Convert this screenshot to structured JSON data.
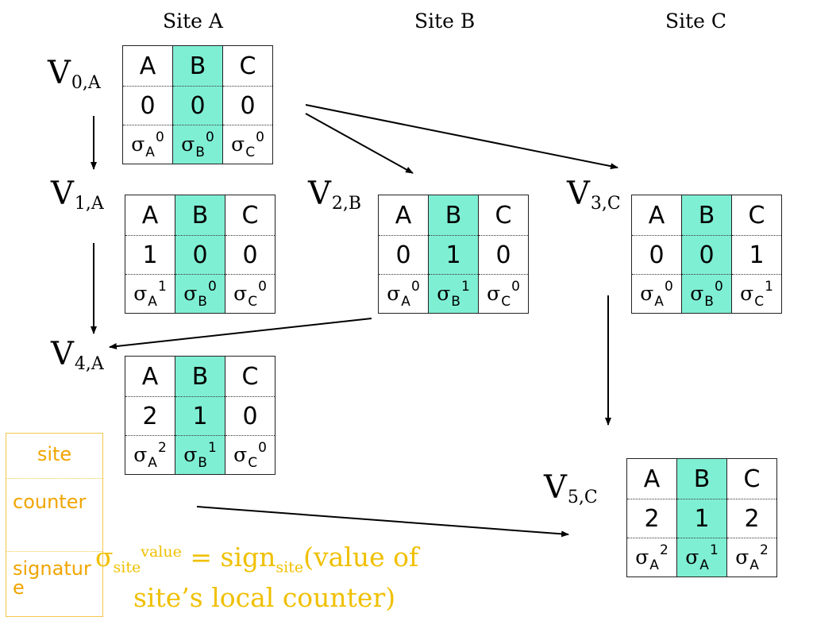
{
  "sites": [
    "Site A",
    "Site B",
    "Site C"
  ],
  "versions": [
    {
      "label": "V",
      "sub": "0,A",
      "header": [
        "A",
        "B",
        "C"
      ],
      "counters": [
        "0",
        "0",
        "0"
      ],
      "signatures": [
        {
          "sym": "σ",
          "site": "A",
          "val": "0"
        },
        {
          "sym": "σ",
          "site": "B",
          "val": "0"
        },
        {
          "sym": "σ",
          "site": "C",
          "val": "0"
        }
      ]
    },
    {
      "label": "V",
      "sub": "1,A",
      "header": [
        "A",
        "B",
        "C"
      ],
      "counters": [
        "1",
        "0",
        "0"
      ],
      "signatures": [
        {
          "sym": "σ",
          "site": "A",
          "val": "1"
        },
        {
          "sym": "σ",
          "site": "B",
          "val": "0"
        },
        {
          "sym": "σ",
          "site": "C",
          "val": "0"
        }
      ]
    },
    {
      "label": "V",
      "sub": "2,B",
      "header": [
        "A",
        "B",
        "C"
      ],
      "counters": [
        "0",
        "1",
        "0"
      ],
      "signatures": [
        {
          "sym": "σ",
          "site": "A",
          "val": "0"
        },
        {
          "sym": "σ",
          "site": "B",
          "val": "1"
        },
        {
          "sym": "σ",
          "site": "C",
          "val": "0"
        }
      ]
    },
    {
      "label": "V",
      "sub": "3,C",
      "header": [
        "A",
        "B",
        "C"
      ],
      "counters": [
        "0",
        "0",
        "1"
      ],
      "signatures": [
        {
          "sym": "σ",
          "site": "A",
          "val": "0"
        },
        {
          "sym": "σ",
          "site": "B",
          "val": "0"
        },
        {
          "sym": "σ",
          "site": "C",
          "val": "1"
        }
      ]
    },
    {
      "label": "V",
      "sub": "4,A",
      "header": [
        "A",
        "B",
        "C"
      ],
      "counters": [
        "2",
        "1",
        "0"
      ],
      "signatures": [
        {
          "sym": "σ",
          "site": "A",
          "val": "2"
        },
        {
          "sym": "σ",
          "site": "B",
          "val": "1"
        },
        {
          "sym": "σ",
          "site": "C",
          "val": "0"
        }
      ]
    },
    {
      "label": "V",
      "sub": "5,C",
      "header": [
        "A",
        "B",
        "C"
      ],
      "counters": [
        "2",
        "1",
        "2"
      ],
      "signatures": [
        {
          "sym": "σ",
          "site": "A",
          "val": "2"
        },
        {
          "sym": "σ",
          "site": "A",
          "val": "1"
        },
        {
          "sym": "σ",
          "site": "A",
          "val": "2"
        }
      ]
    }
  ],
  "legend": {
    "site": "site",
    "counter": "counter",
    "signature": "signature"
  },
  "formula": {
    "sigma": "σ",
    "sub": "site",
    "sup": "value",
    "middle": " = sign",
    "sign_sub": "site",
    "rest": "(value of",
    "line2": "site’s local counter)"
  },
  "colors": {
    "highlight": "#7fefd4",
    "legend_text": "#f0a500",
    "formula_text": "#f0c000"
  }
}
